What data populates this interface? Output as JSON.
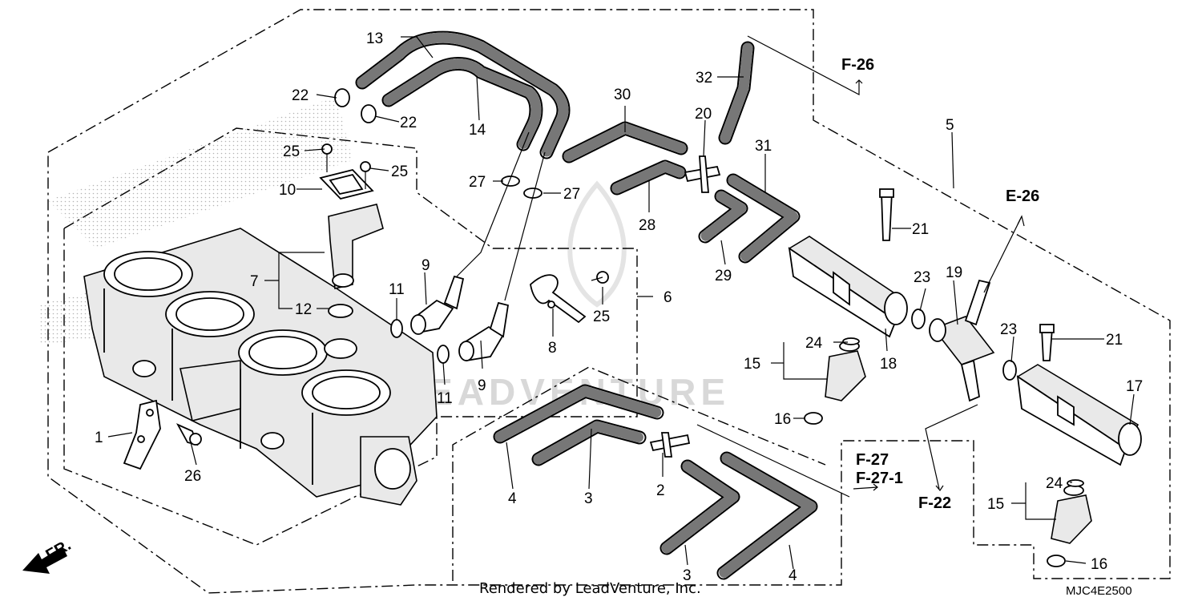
{
  "diagram": {
    "callouts": [
      "1",
      "2",
      "3",
      "3",
      "4",
      "4",
      "5",
      "6",
      "7",
      "8",
      "9",
      "9",
      "10",
      "11",
      "11",
      "12",
      "13",
      "14",
      "15",
      "15",
      "16",
      "16",
      "17",
      "18",
      "19",
      "20",
      "21",
      "21",
      "22",
      "22",
      "23",
      "23",
      "24",
      "24",
      "25",
      "25",
      "25",
      "26",
      "27",
      "27",
      "28",
      "29",
      "30",
      "31",
      "32"
    ],
    "refs": {
      "f26": "F-26",
      "e26": "E-26",
      "f27": "F-27",
      "f271": "F-27-1",
      "f22": "F-22"
    },
    "front_label": "FR.",
    "footer": "Rendered by LeadVenture, Inc.",
    "part_code": "MJC4E2500",
    "watermark": "LEADVENTURE",
    "colors": {
      "line": "#000000",
      "background": "#ffffff",
      "watermark": "#d8d8d8"
    }
  }
}
